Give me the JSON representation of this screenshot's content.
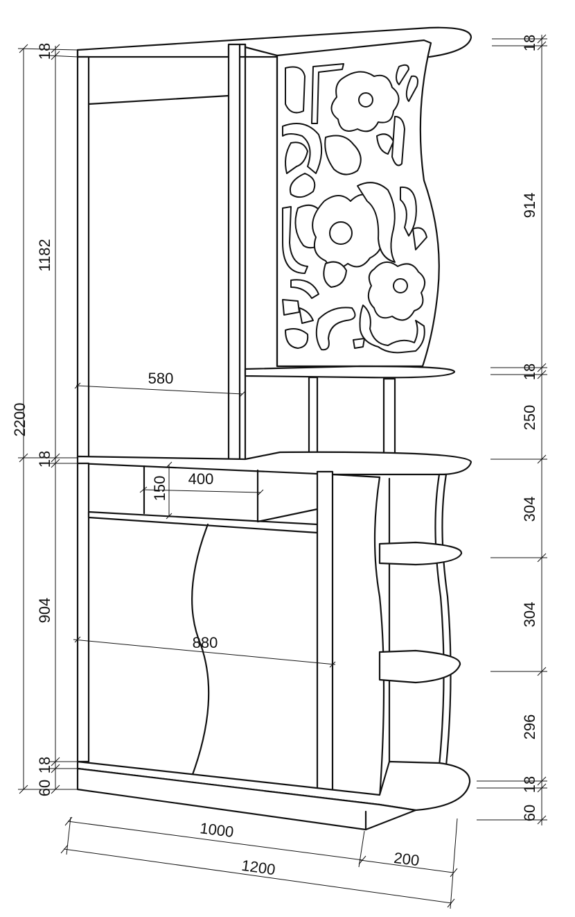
{
  "drawing": {
    "colors": {
      "line": "#111111",
      "background": "#ffffff"
    },
    "left_dimensions": {
      "total_height": "2200",
      "top_board": "18",
      "upper_section": "1182",
      "middle_board": "18",
      "lower_section": "904",
      "bottom_board": "18",
      "plinth": "60"
    },
    "right_dimensions": {
      "top_board": "18",
      "panel_height": "914",
      "shelf_board": "18",
      "shelf_gap": "250",
      "open_shelf_1": "304",
      "open_shelf_2": "304",
      "open_shelf_3": "296",
      "bottom_board": "18",
      "plinth": "60"
    },
    "inner_dimensions": {
      "upper_width": "580",
      "drawer_width": "400",
      "drawer_height": "150",
      "cabinet_width": "880"
    },
    "bottom_dimensions": {
      "body_width": "1000",
      "shelf_depth": "200",
      "overall_width": "1200"
    }
  }
}
